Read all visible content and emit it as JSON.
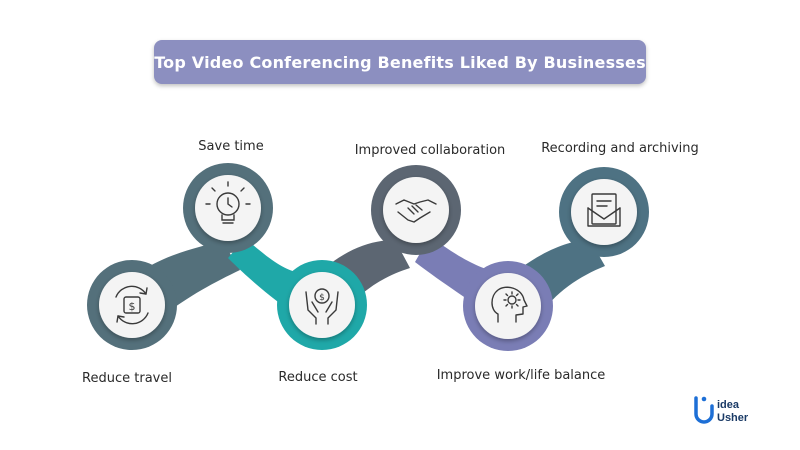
{
  "title": "Top Video Conferencing Benefits Liked By Businesses",
  "colors": {
    "title_bg": "#8c8fc0",
    "ring_slate": "#54707b",
    "ring_teal": "#1fa8a8",
    "ring_gray": "#5c6672",
    "ring_purple": "#7a7db5",
    "ring_steel": "#4e7283",
    "icon": "#3a3a3a"
  },
  "benefits": [
    {
      "label": "Reduce travel",
      "icon": "money-cycle-icon"
    },
    {
      "label": "Save time",
      "icon": "lightbulb-clock-icon"
    },
    {
      "label": "Reduce cost",
      "icon": "hands-coin-icon"
    },
    {
      "label": "Improved collaboration",
      "icon": "handshake-icon"
    },
    {
      "label": "Improve work/life balance",
      "icon": "head-gear-icon"
    },
    {
      "label": "Recording and archiving",
      "icon": "mail-document-icon"
    }
  ],
  "logo": {
    "line1": "idea",
    "line2": "Usher"
  }
}
